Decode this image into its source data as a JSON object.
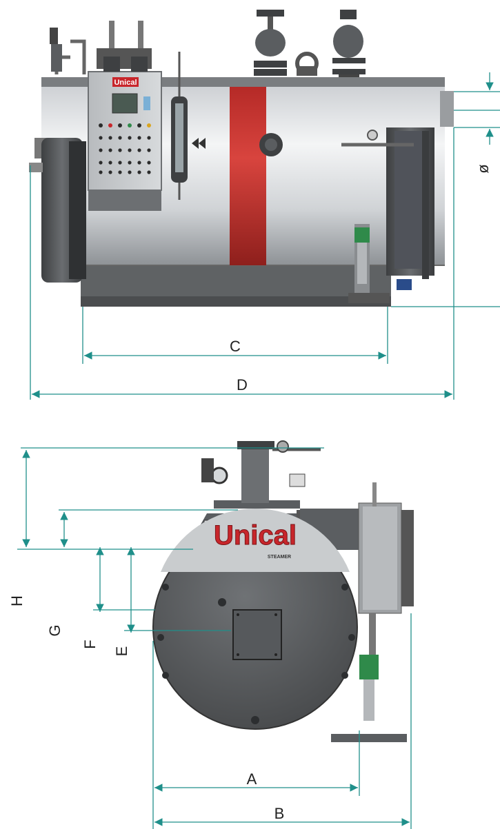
{
  "brand": {
    "name": "Unical",
    "sub": "STEAMER"
  },
  "panel_logo": "Unical",
  "dimensions": {
    "A": "A",
    "B": "B",
    "C": "C",
    "D": "D",
    "E": "E",
    "F": "F",
    "G": "G",
    "H": "H",
    "diameter": "ø"
  },
  "colors": {
    "dimension_line": "#1f8f8a",
    "body_light": "#d6d9dc",
    "body_dark": "#5a5c5e",
    "stripe_red": "#c0332f",
    "brand_red": "#c8262b",
    "pump_green": "#2f8a4a"
  }
}
